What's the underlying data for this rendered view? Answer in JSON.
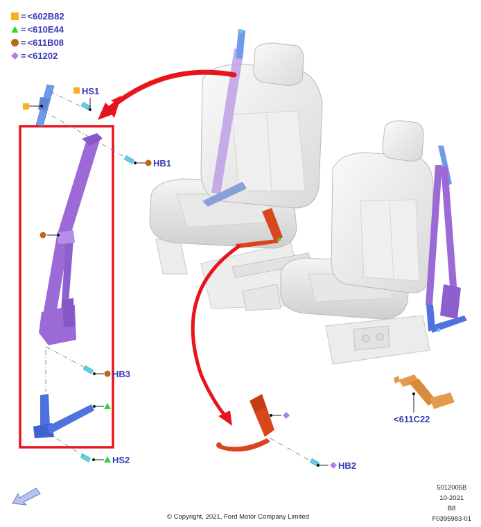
{
  "diagram": {
    "subject": "Front seat belt assemblies",
    "colors": {
      "label_text": "#3a3ab8",
      "highlight_box": "#e8141c",
      "direction_arrow": "#e8141c",
      "belt_purple": "#9b6ad6",
      "anchor_blue": "#5b7fe0",
      "buckle_red": "#d9461e",
      "extender_orange": "#e39a4a",
      "bolt_cyan": "#5fd0e0",
      "seat_gray": "#eeeeee"
    }
  },
  "legend": [
    {
      "symbol": "square",
      "color": "#f5b21b",
      "eq": "=",
      "part": "<602B82"
    },
    {
      "symbol": "triangle",
      "color": "#2fd62f",
      "eq": "=",
      "part": "<610E44"
    },
    {
      "symbol": "circle",
      "color": "#b8681e",
      "eq": "=",
      "part": "<611B08"
    },
    {
      "symbol": "diamond",
      "color": "#b27fe8",
      "eq": "=",
      "part": "<61202"
    }
  ],
  "callouts": {
    "hs1": {
      "label": "HS1",
      "symbol": "square"
    },
    "hb1": {
      "label": "HB1",
      "symbol": "circle"
    },
    "hb3": {
      "label": "HB3",
      "symbol": "circle"
    },
    "hs2": {
      "label": "HS2",
      "symbol": "triangle"
    },
    "hb2": {
      "label": "HB2",
      "symbol": "diamond"
    },
    "extender": {
      "label": "<611C22"
    }
  },
  "footer": {
    "copyright": "© Copyright, 2021, Ford Motor Company Limited",
    "id_lines": [
      "5012005B",
      "10-2021",
      "B8",
      "F0395983-01"
    ]
  },
  "navigation": {
    "back_arrow": "navigate-back"
  }
}
